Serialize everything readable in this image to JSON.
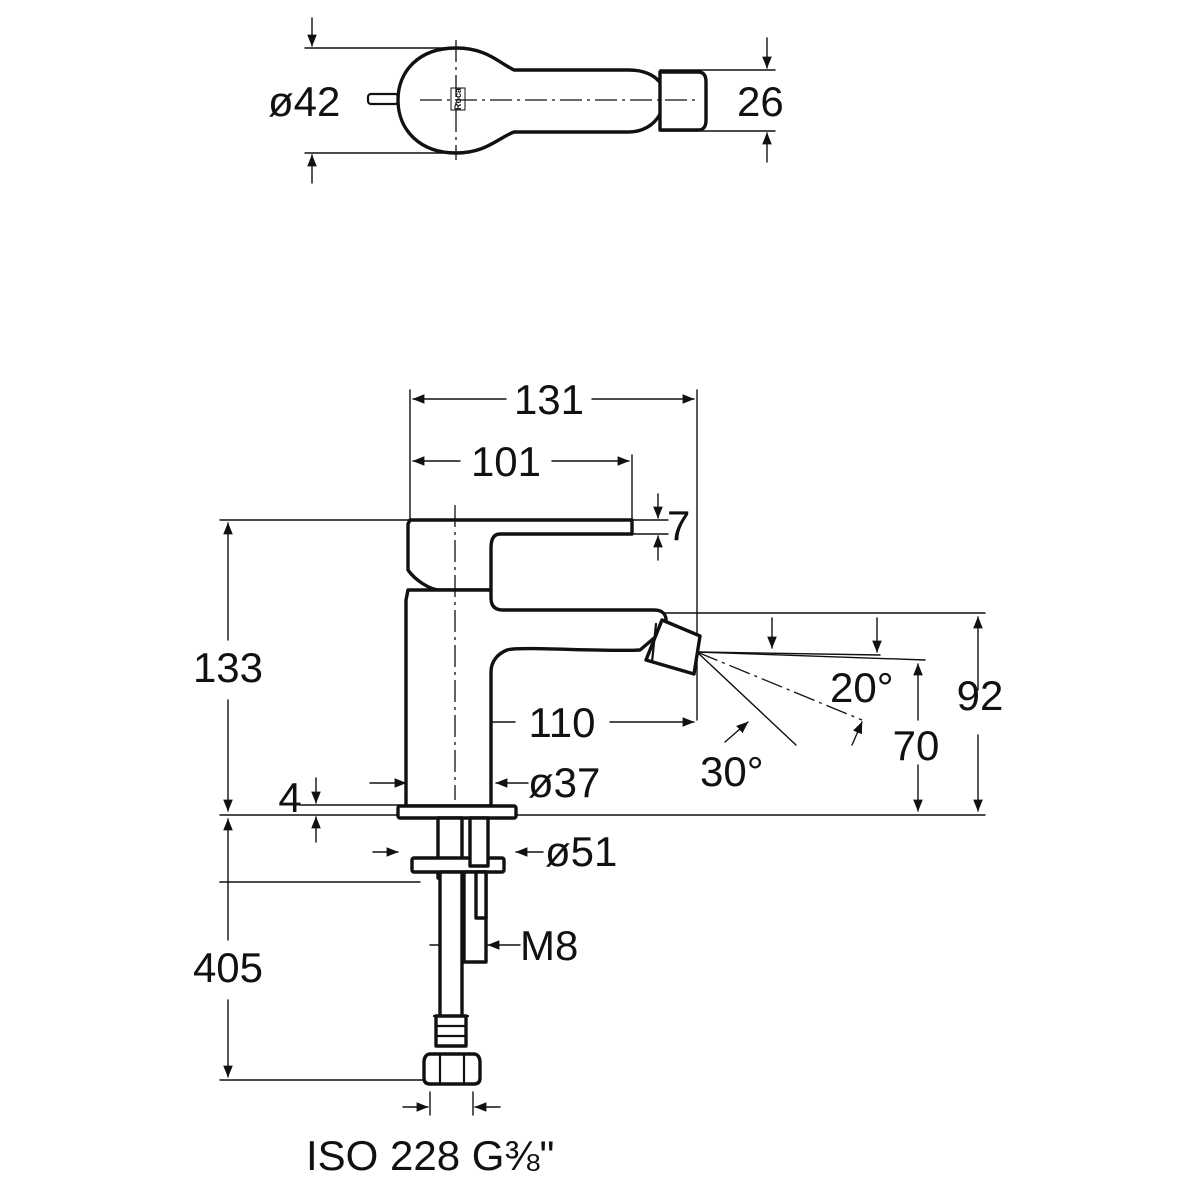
{
  "top_view": {
    "diameter_label": "ø42",
    "width_label": "26",
    "logo_text": "Roca"
  },
  "side_view": {
    "overall_length": "131",
    "lever_length": "101",
    "lever_thickness": "7",
    "body_height": "133",
    "spout_reach": "110",
    "body_diameter": "ø37",
    "base_thickness": "4",
    "base_diameter": "ø51",
    "thread_label": "M8",
    "spout_height_outer": "92",
    "spout_height_inner": "70",
    "angle_upper": "20°",
    "angle_lower": "30°",
    "hose_length": "405",
    "connection_thread": "ISO 228  G⅜\""
  }
}
